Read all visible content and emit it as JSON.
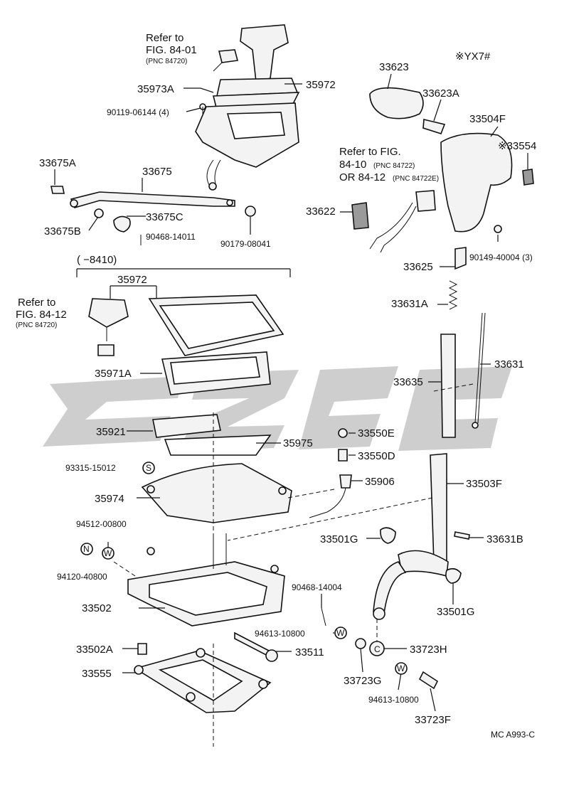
{
  "variant_code": "※YX7#",
  "figure_code": "MC A993-C",
  "range_label": "(      −8410)",
  "refs": {
    "ref1_line1": "Refer to",
    "ref1_line2": "FIG. 84-01",
    "ref1_line3": "(PNC 84720)",
    "ref2_line1": "Refer to FIG.",
    "ref2_line2": "84-10",
    "ref2_line2b": "(PNC 84722)",
    "ref2_line3": "OR 84-12",
    "ref2_line3b": "(PNC 84722E)",
    "ref3_line1": "Refer to",
    "ref3_line2": "FIG. 84-12",
    "ref3_line3": "(PNC 84720)"
  },
  "parts": {
    "p35973A": "35973A",
    "p35972_top": "35972",
    "p90119": "90119-06144 (4)",
    "p33675A": "33675A",
    "p33675": "33675",
    "p33675C": "33675C",
    "p33675B": "33675B",
    "p90468_14011": "90468-14011",
    "p90179": "90179-08041",
    "p33623": "33623",
    "p33623A": "33623A",
    "p33504F": "33504F",
    "p33554": "※33554",
    "p33622": "33622",
    "p90149": "90149-40004 (3)",
    "p33625": "33625",
    "p33631A": "33631A",
    "p33631": "33631",
    "p33635": "33635",
    "p35972_mid": "35972",
    "p35971A": "35971A",
    "p35921": "35921",
    "p35975": "35975",
    "p93315": "93315-15012",
    "p35974": "35974",
    "p33550E": "33550E",
    "p33550D": "33550D",
    "p35906": "35906",
    "p33503F": "33503F",
    "p94512": "94512-00800",
    "p94120": "94120-40800",
    "p33501G_a": "33501G",
    "p33631B": "33631B",
    "p33502": "33502",
    "p33501G_b": "33501G",
    "p90468_14004": "90468-14004",
    "p94613_a": "94613-10800",
    "p33502A": "33502A",
    "p33511": "33511",
    "p33723H": "33723H",
    "p33555": "33555",
    "p33723G": "33723G",
    "p94613_b": "94613-10800",
    "p33723F": "33723F"
  },
  "symbols": {
    "s_S": "S",
    "s_N": "N",
    "s_W1": "W",
    "s_W2": "W",
    "s_W3": "W",
    "s_C": "C"
  }
}
